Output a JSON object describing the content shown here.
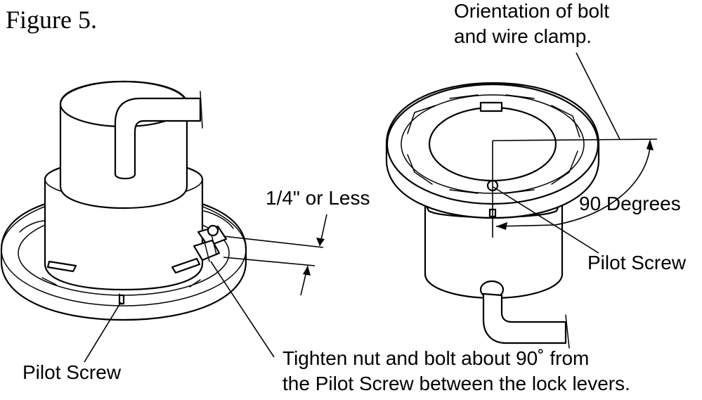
{
  "figure": {
    "title": "Figure 5."
  },
  "labels": {
    "orientation": [
      "Orientation of bolt",
      "and wire clamp."
    ],
    "clearance": "1/4\" or Less",
    "degrees": "90 Degrees",
    "pilot_screw_right": "Pilot Screw",
    "pilot_screw_left": "Pilot Screw",
    "instruction": [
      "Tighten nut and bolt about 90˚ from",
      "the Pilot Screw between the lock levers."
    ]
  },
  "colors": {
    "ink": "#000000",
    "paper": "#ffffff"
  }
}
